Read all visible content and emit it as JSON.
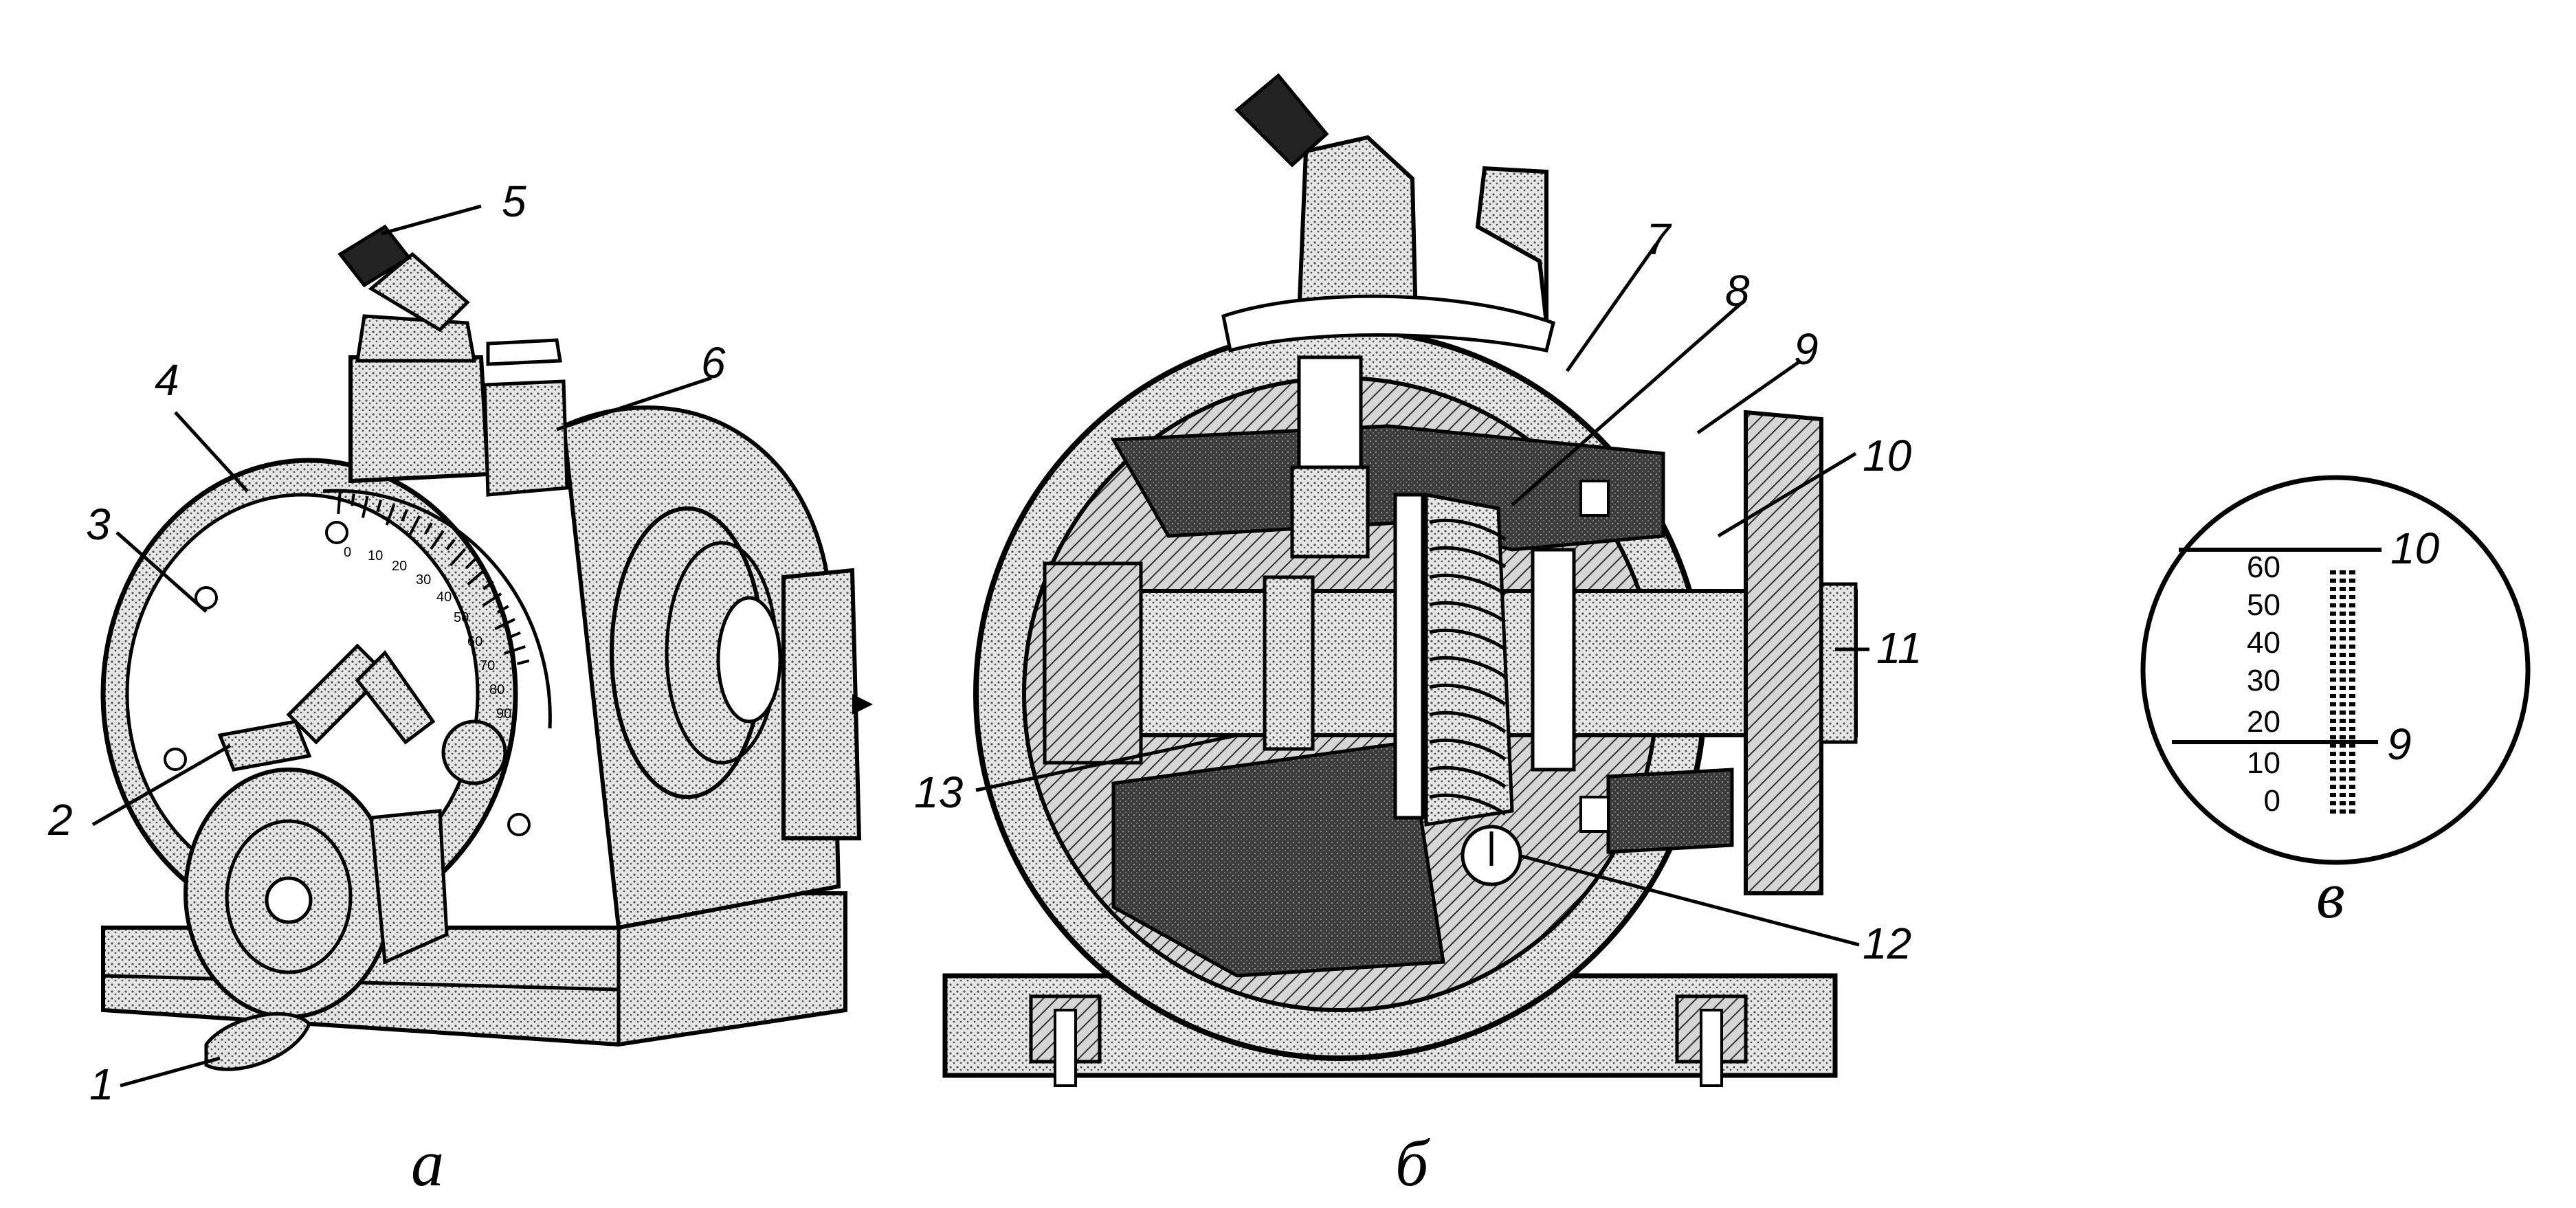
{
  "panels": {
    "a": "а",
    "b": "б",
    "c": "в"
  },
  "callouts": [
    "1",
    "2",
    "3",
    "4",
    "5",
    "6",
    "7",
    "8",
    "9",
    "10",
    "11",
    "12",
    "13"
  ],
  "dial_ticks": [
    "0",
    "10",
    "20",
    "30",
    "40",
    "50",
    "60",
    "70",
    "80",
    "90"
  ],
  "scale_view": {
    "numbers": [
      "60",
      "50",
      "40",
      "30",
      "20",
      "10",
      "0"
    ],
    "markers": [
      "10",
      "9"
    ]
  },
  "colors": {
    "ink": "#000000",
    "solid_fill": "#2b2b2b",
    "hatch_fill": "#9a9a9a",
    "stipple_fill": "#cfcfcf"
  }
}
